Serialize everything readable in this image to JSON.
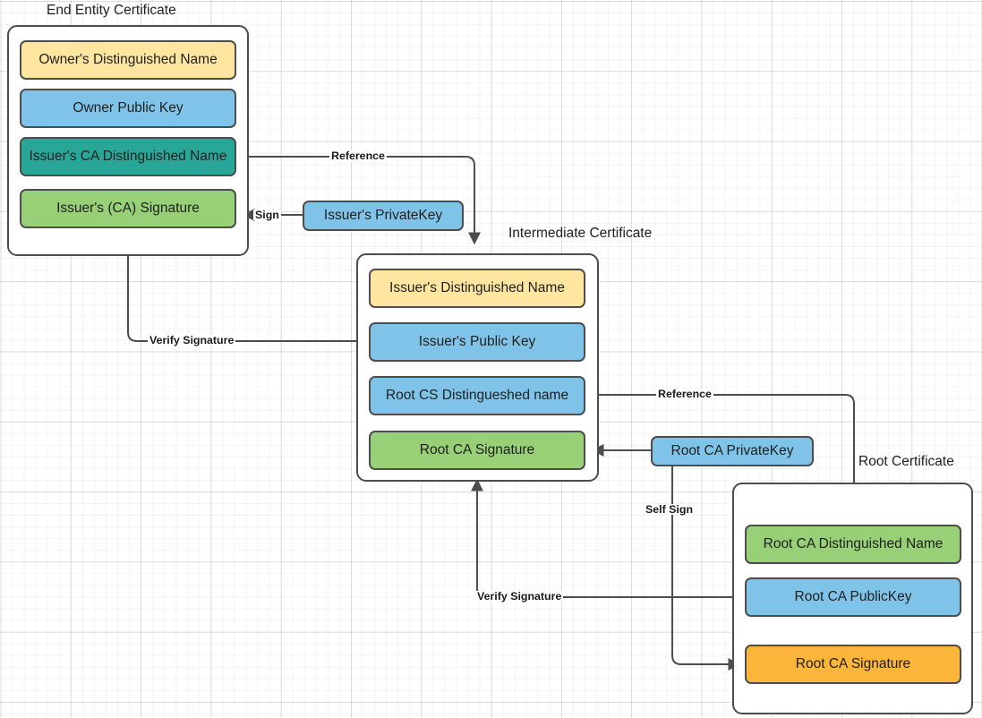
{
  "diagram": {
    "title_colors": {
      "yellow": "#ffe6a0",
      "blue": "#7fc4e8",
      "teal": "#28a798",
      "green": "#97d077",
      "orange": "#fcb53b",
      "border": "#4d4d4d",
      "edge": "#4d4d4d",
      "text": "#1f1f1f"
    },
    "groups": [
      {
        "id": "end-entity",
        "title": "End Entity Certificate"
      },
      {
        "id": "intermediate",
        "title": "Intermediate Certificate"
      },
      {
        "id": "root",
        "title": "Root Certificate"
      }
    ],
    "end_entity": {
      "title": "End Entity Certificate",
      "fields": [
        {
          "label": "Owner's Distinguished Name",
          "color": "yellow"
        },
        {
          "label": "Owner Public  Key",
          "color": "blue"
        },
        {
          "label": "Issuer's CA Distinguished Name",
          "color": "teal"
        },
        {
          "label": "Issuer's (CA) Signature",
          "color": "green"
        }
      ]
    },
    "intermediate": {
      "title": "Intermediate Certificate",
      "fields": [
        {
          "label": "Issuer's Distinguished Name",
          "color": "yellow"
        },
        {
          "label": "Issuer's Public  Key",
          "color": "blue"
        },
        {
          "label": "Root CS Distingueshed name",
          "color": "blue"
        },
        {
          "label": "Root CA Signature",
          "color": "green"
        }
      ]
    },
    "root": {
      "title": "Root Certificate",
      "fields": [
        {
          "label": "Root CA Distinguished Name",
          "color": "green"
        },
        {
          "label": "Root CA PublicKey",
          "color": "blue"
        },
        {
          "label": "Root CA Signature",
          "color": "orange"
        }
      ]
    },
    "keys": [
      {
        "id": "issuer-private-key",
        "label": "Issuer's PrivateKey",
        "color": "blue"
      },
      {
        "id": "root-ca-private-key",
        "label": "Root CA PrivateKey",
        "color": "blue"
      }
    ],
    "edge_labels": {
      "reference_top": "Reference",
      "reference_mid": "Reference",
      "sign": "Sign",
      "self_sign": "Self Sign",
      "verify_signature_top": "Verify Signature",
      "verify_signature_bottom": "Verify Signature"
    }
  }
}
